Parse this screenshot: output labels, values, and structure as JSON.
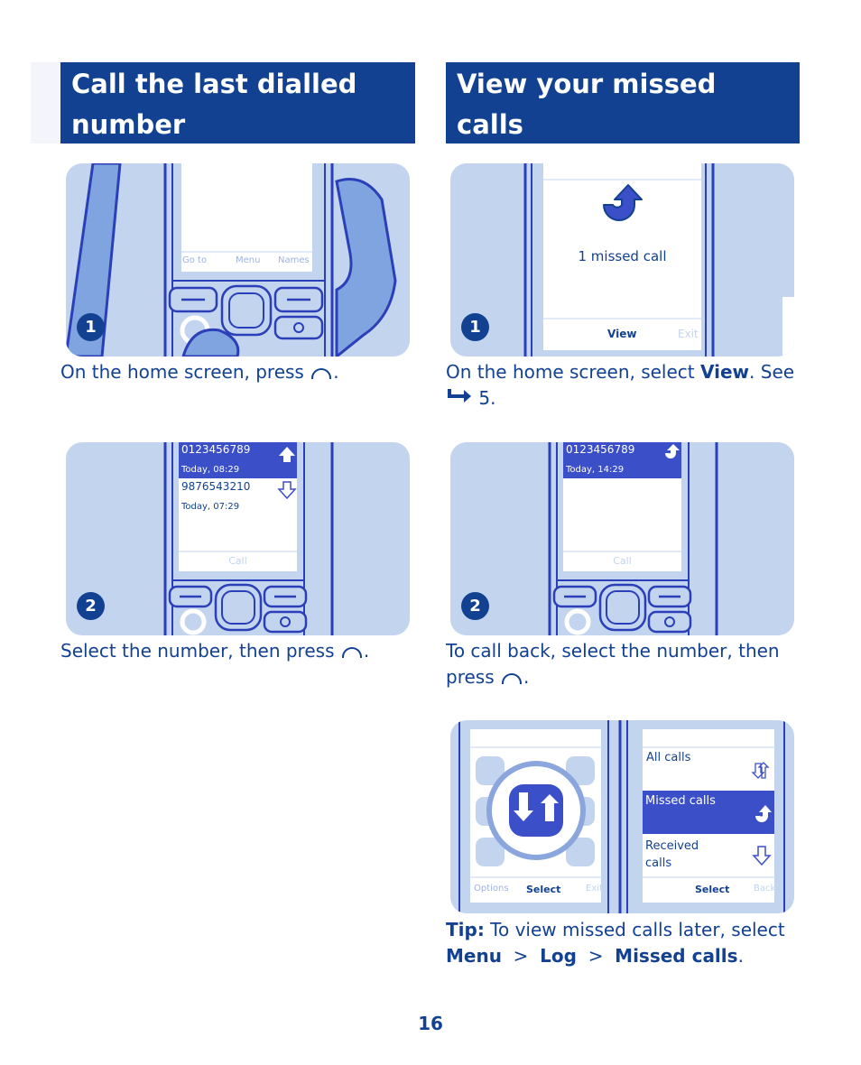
{
  "left": {
    "title": "Call the last dialled number",
    "step1": {
      "badge": "1",
      "softkeys": [
        "Go to",
        "Menu",
        "Names"
      ],
      "caption_pre": "On the home screen, press",
      "caption_post": "."
    },
    "step2": {
      "badge": "2",
      "entries": [
        {
          "number": "0123456789",
          "time": "Today, 08:29"
        },
        {
          "number": "9876543210",
          "time": "Today, 07:29"
        }
      ],
      "softkey": "Call",
      "caption_pre": "Select the number, then press",
      "caption_post": "."
    }
  },
  "right": {
    "title": "View your missed calls",
    "step1": {
      "badge": "1",
      "message": "1 missed call",
      "softkeys": [
        "View",
        "Exit"
      ],
      "caption_pre": "On the home screen, select",
      "caption_bold": "View",
      "caption_mid": ". See",
      "caption_ref": "5."
    },
    "step2": {
      "badge": "2",
      "entry": {
        "number": "0123456789",
        "time": "Today, 14:29"
      },
      "softkey": "Call",
      "caption_line1": "To call back, select the number, then",
      "caption_line2_pre": "press",
      "caption_line2_post": "."
    },
    "step3": {
      "left_softkeys": [
        "Options",
        "Select",
        "Exit"
      ],
      "list": [
        "All calls",
        "Missed calls",
        "Received calls"
      ],
      "right_softkeys": [
        "Select",
        "Back"
      ]
    },
    "tip": {
      "label": "Tip:",
      "text": "To view missed calls later, select",
      "path": [
        "Menu",
        "Log",
        "Missed calls"
      ],
      "separator": ">",
      "end": "."
    }
  },
  "page_number": "16",
  "colors": {
    "brand": "#124191",
    "illustration_bg": "#c3d4ee",
    "highlight": "#3a4fc8",
    "hand": "#7fa4e0"
  }
}
